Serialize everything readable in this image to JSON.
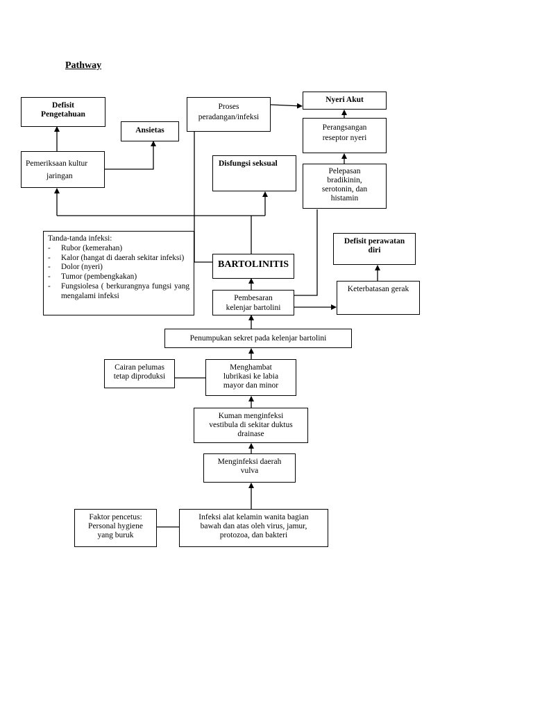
{
  "title": "Pathway",
  "nodes": {
    "defisit_pengetahuan": [
      "Defisit",
      "Pengetahuan"
    ],
    "ansietas": "Ansietas",
    "pemeriksaan": [
      "Pemeriksaan kultur",
      "jaringan"
    ],
    "proses": [
      "Proses",
      "peradangan/infeksi"
    ],
    "nyeri_akut": "Nyeri Akut",
    "perangsangan": [
      "Perangsangan",
      "reseptor nyeri"
    ],
    "disfungsi": "Disfungsi seksual",
    "pelepasan": [
      "Pelepasan",
      "bradikinin,",
      "serotonin, dan",
      "histamin"
    ],
    "tanda": {
      "heading": "Tanda-tanda infeksi:",
      "items": [
        "Rubor (kemerahan)",
        "Kalor (hangat di daerah sekitar infeksi)",
        "Dolor (nyeri)",
        "Tumor (pembengkakan)",
        "Fungsiolesa ( berkurangnya fungsi yang mengalami infeksi"
      ]
    },
    "bartolinitis": "BARTOLINITIS",
    "defisit_perawatan": [
      "Defisit perawatan",
      "diri"
    ],
    "pembesaran": [
      "Pembesaran",
      "kelenjar bartolini"
    ],
    "keterbatasan": "Keterbatasan gerak",
    "penumpukan": "Penumpukan sekret pada kelenjar bartolini",
    "cairan": [
      "Cairan pelumas",
      "tetap diproduksi"
    ],
    "menghambat": [
      "Menghambat",
      "lubrikasi ke labia",
      "mayor dan minor"
    ],
    "kuman": [
      "Kuman menginfeksi",
      "vestibula di sekitar duktus",
      "drainase"
    ],
    "menginfeksi": [
      "Menginfeksi daerah",
      "vulva"
    ],
    "faktor": [
      "Faktor pencetus:",
      "Personal hygiene",
      "yang buruk"
    ],
    "infeksi": [
      "Infeksi alat kelamin wanita bagian",
      "bawah dan atas oleh virus, jamur,",
      "protozoa, dan bakteri"
    ]
  }
}
